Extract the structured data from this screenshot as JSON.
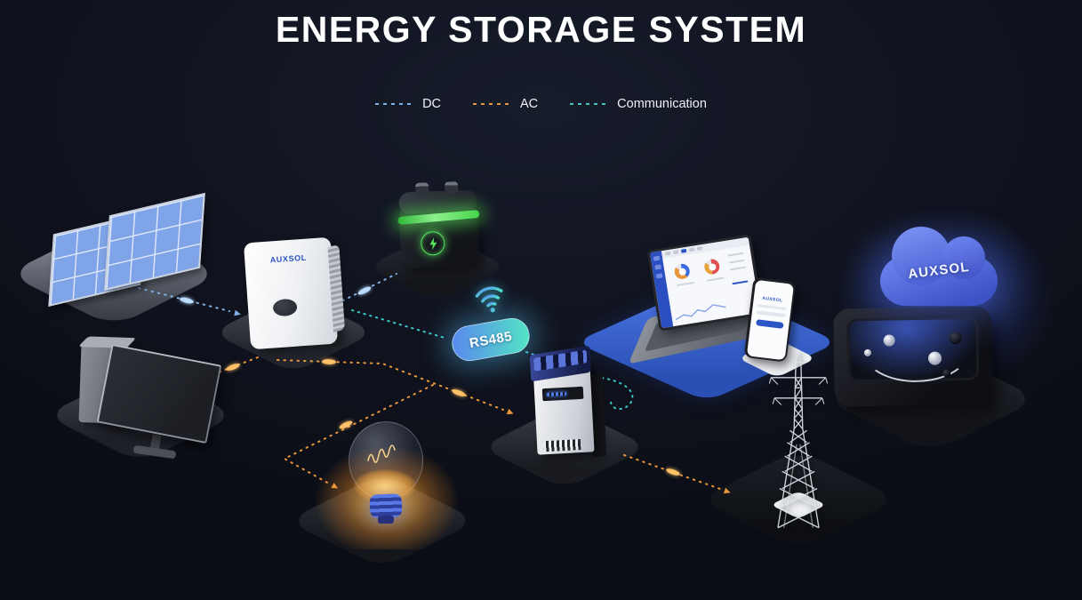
{
  "title": "ENERGY STORAGE SYSTEM",
  "legend": {
    "items": [
      {
        "label": "DC",
        "color": "#7fb0e8",
        "style": "dashed"
      },
      {
        "label": "AC",
        "color": "#e8963c",
        "style": "dashed"
      },
      {
        "label": "Communication",
        "color": "#3ec6c6",
        "style": "dashed"
      }
    ]
  },
  "nodes": {
    "solar_panels": {
      "icon": "solar-panels-icon"
    },
    "inverter": {
      "brand": "AUXSOL",
      "icon": "inverter-icon"
    },
    "battery": {
      "icon": "battery-icon",
      "glow_color": "#58e85c"
    },
    "rs485": {
      "label": "RS485",
      "icon": "wifi-icon"
    },
    "tv": {
      "icon": "tv-icon"
    },
    "light_bulb": {
      "icon": "light-bulb-icon"
    },
    "smart_meter": {
      "icon": "smart-meter-icon"
    },
    "monitoring_laptop": {
      "icon": "laptop-icon"
    },
    "phone": {
      "brand": "AUXSOL",
      "icon": "smartphone-icon"
    },
    "grid_tower": {
      "icon": "transmission-tower-icon"
    },
    "cloud": {
      "brand": "AUXSOL",
      "icon": "cloud-icon"
    }
  },
  "colors": {
    "background": "#10131e",
    "dc_line": "#7fb0e8",
    "ac_line": "#e8963c",
    "communication_line": "#3ec6c6",
    "platform_blue": "#3a67d6",
    "battery_glow": "#58e85c",
    "rs485_gradient": [
      "#5a86ee",
      "#52e6c4"
    ],
    "cloud_blue": "#4a63d8",
    "brand_blue": "#2b54c4"
  }
}
